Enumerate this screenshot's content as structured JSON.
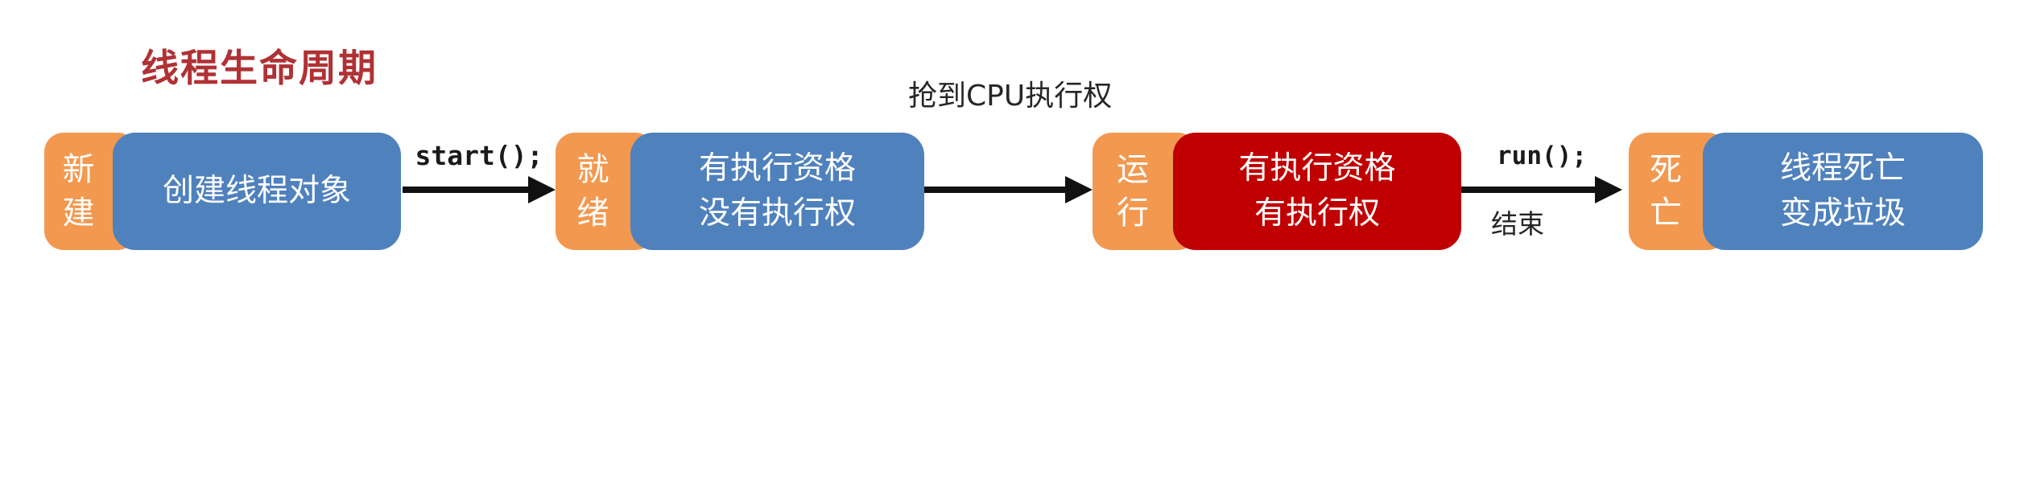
{
  "title": "线程生命周期",
  "colors": {
    "orange": "#F3984F",
    "blue": "#4F81BD",
    "red": "#C00000",
    "title_red": "#B03134",
    "arrow": "#111111",
    "label_text": "#262626"
  },
  "states": [
    {
      "name": "new",
      "tab": "新建",
      "lines": [
        "创建线程对象"
      ]
    },
    {
      "name": "ready",
      "tab": "就绪",
      "lines": [
        "有执行资格",
        "没有执行权"
      ]
    },
    {
      "name": "running",
      "tab": "运行",
      "lines": [
        "有执行资格",
        "有执行权"
      ]
    },
    {
      "name": "dead",
      "tab": "死亡",
      "lines": [
        "线程死亡",
        "变成垃圾"
      ]
    }
  ],
  "transitions": [
    {
      "label_above": "start();"
    },
    {
      "label_above": "抢到CPU执行权"
    },
    {
      "label_above": "run();",
      "label_below": "结束"
    }
  ]
}
